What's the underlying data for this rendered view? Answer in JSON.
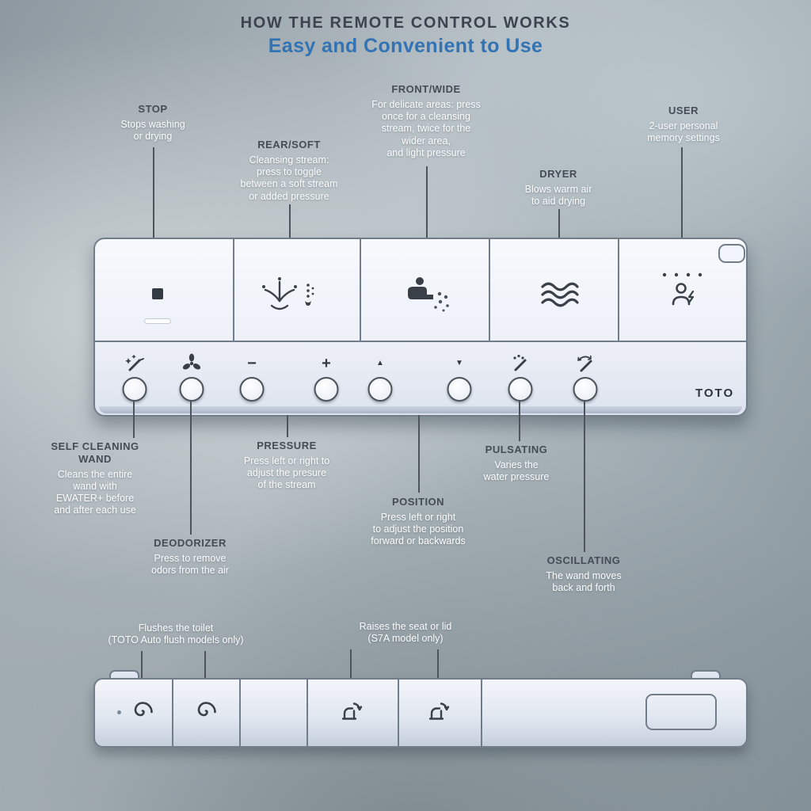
{
  "page": {
    "title": "HOW THE REMOTE CONTROL WORKS",
    "subtitle": "Easy and Convenient to Use"
  },
  "brand": "TOTO",
  "colors": {
    "subtitle_blue": "#3273b4",
    "heading_gray": "#454c55",
    "body_white": "#fdfdfd",
    "leader_line": "#4d545b",
    "remote_fill": "#eef1f8",
    "remote_border": "#727d8a",
    "icon_dark": "#3a4048"
  },
  "callouts_top": [
    {
      "title": "STOP",
      "body": "Stops washing\nor drying"
    },
    {
      "title": "REAR/SOFT",
      "body": "Cleansing stream:\npress to toggle\nbetween a soft stream\nor added pressure"
    },
    {
      "title": "FRONT/WIDE",
      "body": "For delicate areas: press\nonce for a cleansing\nstream, twice for the\nwider area,\nand light pressure"
    },
    {
      "title": "DRYER",
      "body": "Blows warm air\nto aid drying"
    },
    {
      "title": "USER",
      "body": "2-user personal\nmemory settings"
    }
  ],
  "callouts_bottom": [
    {
      "title": "SELF CLEANING\nWAND",
      "body": "Cleans the entire\nwand with\nEWATER+ before\nand after each use"
    },
    {
      "title": "PRESSURE",
      "body": "Press left or right to\nadjust the presure\nof the stream"
    },
    {
      "title": "DEODORIZER",
      "body": "Press to remove\nodors from the air"
    },
    {
      "title": "POSITION",
      "body": "Press left or right\nto adjust the position\nforward or backwards"
    },
    {
      "title": "PULSATING",
      "body": "Varies the\nwater pressure"
    },
    {
      "title": "OSCILLATING",
      "body": "The wand moves\nback and forth"
    }
  ],
  "remote_front": {
    "top_buttons": [
      {
        "label": "stop",
        "icon": "stop-square-icon"
      },
      {
        "label": "rear-soft",
        "icon": "rear-spray-icon"
      },
      {
        "label": "front-wide",
        "icon": "front-wide-spray-icon"
      },
      {
        "label": "dryer",
        "icon": "warm-air-icon"
      },
      {
        "label": "user",
        "icon": "user-memory-icon"
      }
    ],
    "bottom_buttons": [
      {
        "label": "self-cleaning-wand",
        "icon": "wand-sparkle-icon"
      },
      {
        "label": "deodorizer",
        "icon": "fan-icon"
      },
      {
        "label": "pressure-minus",
        "icon": "minus-icon",
        "glyph": "−"
      },
      {
        "label": "pressure-plus",
        "icon": "plus-icon",
        "glyph": "+"
      },
      {
        "label": "position-up",
        "icon": "triangle-up-icon",
        "glyph": "▲"
      },
      {
        "label": "position-down",
        "icon": "triangle-down-icon",
        "glyph": "▼"
      },
      {
        "label": "pulsating",
        "icon": "wand-pulse-icon"
      },
      {
        "label": "oscillating",
        "icon": "wand-oscillate-icon"
      }
    ]
  },
  "side_view": {
    "labels": [
      {
        "body": "Flushes the toilet\n(TOTO Auto flush models only)"
      },
      {
        "body": "Raises the seat or lid\n(S7A model only)"
      }
    ],
    "buttons": [
      {
        "label": "flush-button-1",
        "icon": "swirl-icon"
      },
      {
        "label": "flush-button-2",
        "icon": "swirl-icon"
      },
      {
        "label": "seat-raise-button",
        "icon": "seat-lift-icon"
      },
      {
        "label": "lid-raise-button",
        "icon": "seat-lift-icon"
      }
    ]
  }
}
